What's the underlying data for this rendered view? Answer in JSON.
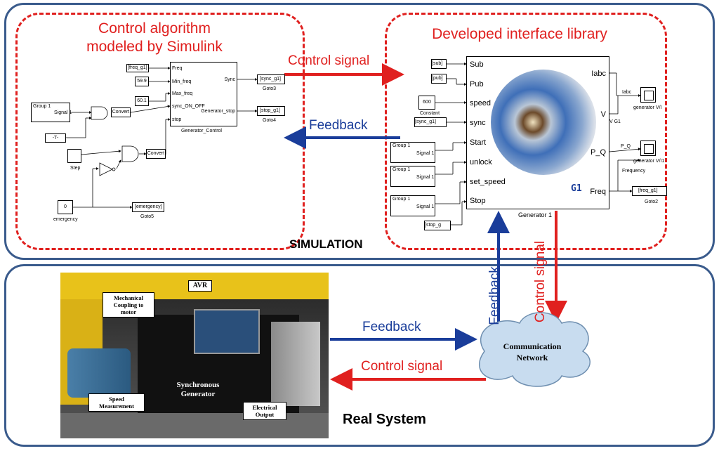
{
  "panels": {
    "simulation_label": "SIMULATION",
    "real_label": "Real System"
  },
  "titles": {
    "control_line1": "Control algorithm",
    "control_line2": "modeled by Simulink",
    "library": "Developed interface library"
  },
  "signals": {
    "control_top": "Control signal",
    "feedback_top": "Feedback",
    "feedback_vertical": "Feedback",
    "control_vertical": "Control signal",
    "feedback_bottom": "Feedback",
    "control_bottom": "Control signal"
  },
  "network": {
    "line1": "Communication",
    "line2": "Network"
  },
  "simulink_left": {
    "block_name": "Generator_Control",
    "inputs": [
      "Freq",
      "Min_freq",
      "Max_freq",
      "sync_ON_OFF",
      "stop"
    ],
    "outputs": [
      "Sync",
      "Generator_stop"
    ],
    "from_freq": "[freq_g1]",
    "const_599": "59.9",
    "const_601": "60.1",
    "group_label": "Group 1",
    "signal_label": "Signal 1",
    "convert1": "Convert",
    "convert2": "Convert",
    "from_t": "-T-",
    "step_label": "Step",
    "const_0": "0",
    "emergency_label": "emergency",
    "goto_emergency": "[emergency]",
    "goto5": "Goto5",
    "goto_sync": "[sync_g1]",
    "goto3": "Goto3",
    "goto_stop": "[stop_g1]",
    "goto4": "Goto4"
  },
  "simulink_right": {
    "block_name": "Generator 1",
    "g1": "G1",
    "inputs": [
      "Sub",
      "Pub",
      "speed",
      "sync",
      "Start",
      "unlock",
      "set_speed",
      "Stop"
    ],
    "outputs": [
      "Iabc",
      "V",
      "P_Q",
      "Freq"
    ],
    "from_sub": "[sub]",
    "from_pub": "[pub]",
    "const_600": "600",
    "constant_label": "Constant",
    "from_sync": "[sync_g1]",
    "group1": "Group 1",
    "group2": "Group 1",
    "group3": "Group 1",
    "sig1": "Signal 1",
    "sig2": "Signal 1",
    "sig3": "Signal 1",
    "from_stop": "[stop_g",
    "iabc_label": "Iabc",
    "vg1_label": "V G1",
    "pq_label": "P_Q",
    "frequency_label": "Frequency",
    "scope1": "generator V/I",
    "scope2": "generator V/I1",
    "goto_freq": "[freq_g1]",
    "goto2": "Goto2"
  },
  "photo": {
    "mech": "Mechanical Coupling to motor",
    "avr": "AVR",
    "speed": "Speed Measurement",
    "sync_gen": "Synchronous Generator",
    "elec": "Electrical Output"
  },
  "colors": {
    "red": "#e0201f",
    "blue": "#1a3d9a",
    "frame": "#3a5b8c"
  }
}
